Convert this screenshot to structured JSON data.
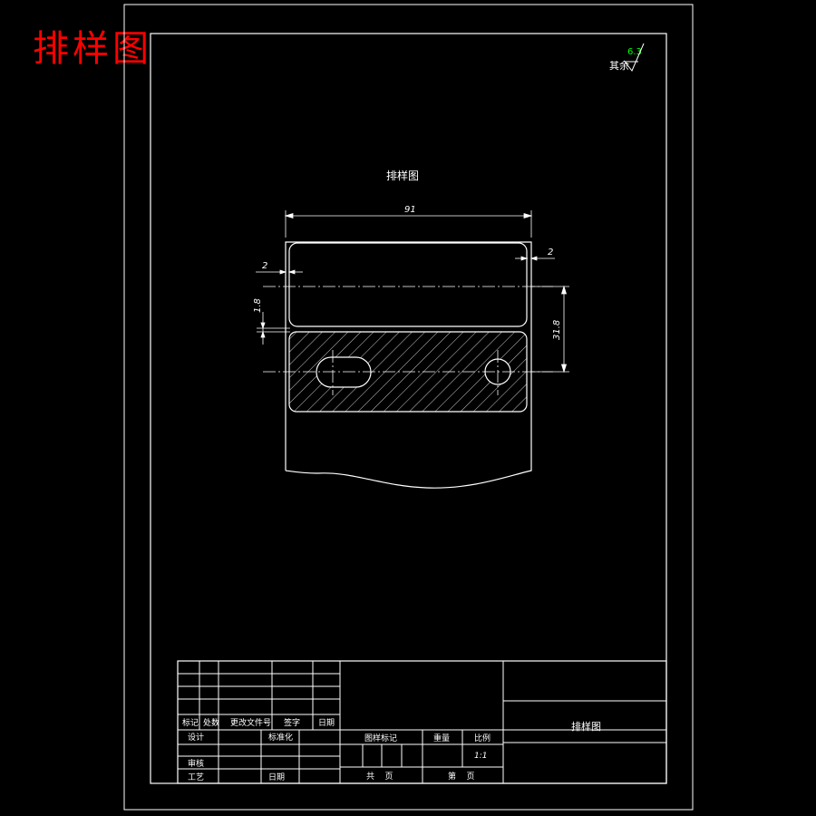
{
  "corner_title": "排样图",
  "colors": {
    "background": "#000000",
    "lines": "#ffffff",
    "accent_red": "#ff0000",
    "accent_green": "#00ff00"
  },
  "roughness": {
    "value": "6.3",
    "label": "其余"
  },
  "drawing": {
    "title": "排样图",
    "dims": {
      "width": "91",
      "margin_right": "2",
      "margin_left": "2",
      "gap": "1.8",
      "pitch": "31.8"
    }
  },
  "title_block": {
    "rev_headers": [
      "标记",
      "处数",
      "更改文件号",
      "签字",
      "日期"
    ],
    "row_labels": {
      "design": "设计",
      "review": "审核",
      "process": "工艺"
    },
    "standardize": "标准化",
    "date": "日期",
    "drawing_mark": "图样标记",
    "weight": "重量",
    "scale": "比例",
    "scale_value": "1:1",
    "total_sheets": "共    页",
    "sheet_no": "第    页",
    "name": "排样图"
  }
}
